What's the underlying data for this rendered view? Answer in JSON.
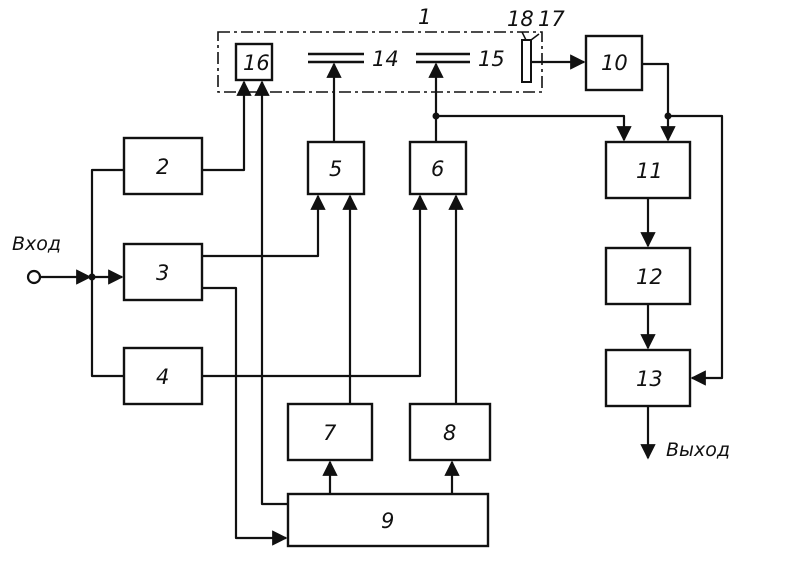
{
  "labels": {
    "input": "Вход",
    "output": "Выход",
    "unit1": "1",
    "b2": "2",
    "b3": "3",
    "b4": "4",
    "b5": "5",
    "b6": "6",
    "b7": "7",
    "b8": "8",
    "b9": "9",
    "b10": "10",
    "b11": "11",
    "b12": "12",
    "b13": "13",
    "b14": "14",
    "b15": "15",
    "b16": "16",
    "b17": "17",
    "b18": "18"
  }
}
